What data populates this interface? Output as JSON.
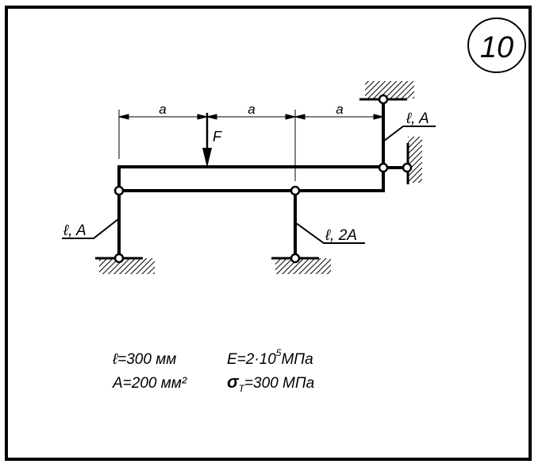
{
  "problem_number": "10",
  "dimension_labels": [
    "a",
    "a",
    "a"
  ],
  "force_label": "F",
  "rod_labels": {
    "right_top": "ℓ, A",
    "left": "ℓ, A",
    "middle": "ℓ, 2A"
  },
  "given": {
    "length": "ℓ=300 мм",
    "area": "A=200 мм²",
    "modulus_prefix": "E=2·10",
    "modulus_exp": "5",
    "modulus_unit": "МПа",
    "yield_symbol": "σ",
    "yield_sub": "T",
    "yield_value": "=300 МПа"
  }
}
